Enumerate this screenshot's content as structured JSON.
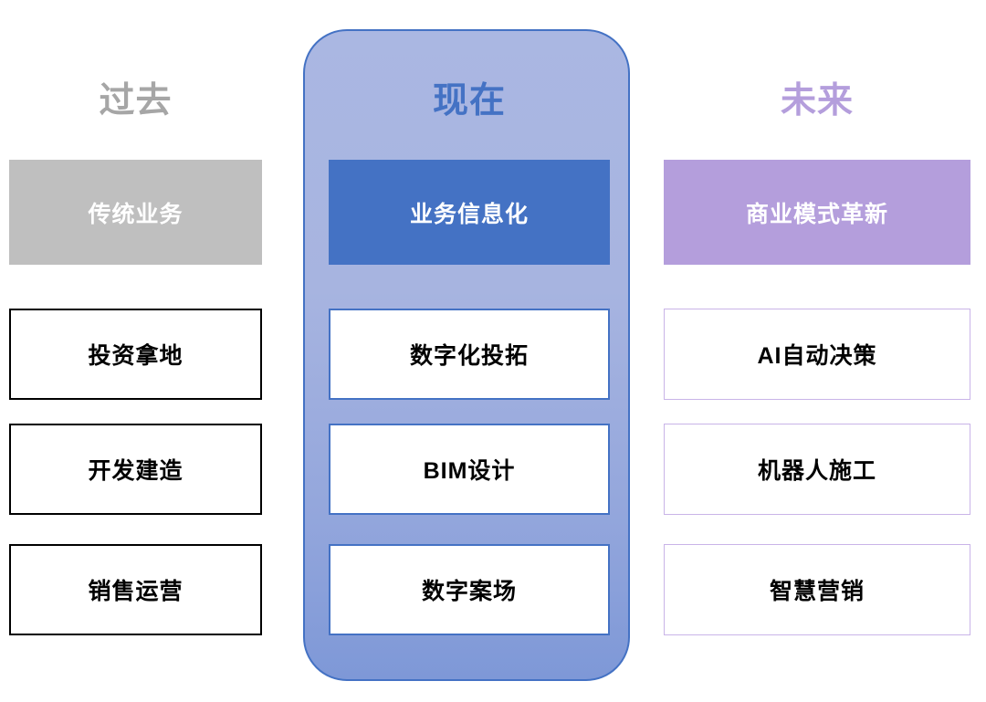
{
  "diagram": {
    "title_hidden": "",
    "colors": {
      "past_accent": "#BFBFBF",
      "past_title": "#A6A6A6",
      "present_accent": "#4472C4",
      "future_accent": "#B49EDC",
      "future_box_border": "#C9B4E8",
      "phone_gradient_top": "#AAB7E2",
      "phone_gradient_bottom": "#7E98D7",
      "box_text": "#000000",
      "header_text": "#FFFFFF",
      "page_background": "#FFFFFF"
    },
    "columns": [
      {
        "key": "past",
        "title": "过去",
        "header": "传统业务",
        "items": [
          "投资拿地",
          "开发建造",
          "销售运营"
        ]
      },
      {
        "key": "present",
        "title": "现在",
        "header": "业务信息化",
        "items": [
          "数字化投拓",
          "BIM设计",
          "数字案场"
        ]
      },
      {
        "key": "future",
        "title": "未来",
        "header": "商业模式革新",
        "items": [
          "AI自动决策",
          "机器人施工",
          "智慧营销"
        ]
      }
    ]
  }
}
